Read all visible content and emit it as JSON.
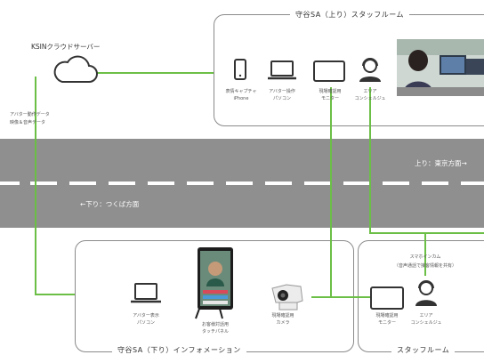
{
  "upper_room": {
    "title": "守谷SA（上り）スタッフルーム"
  },
  "cloud": {
    "label": "KSINクラウドサーバー"
  },
  "cloud_data_label": {
    "line1": "アバター動作データ",
    "line2": "映像＆音声データ"
  },
  "devices_upper": [
    {
      "icon": "smartphone-icon",
      "line1": "表情キャプチャ",
      "line2": "iPhone"
    },
    {
      "icon": "laptop-icon",
      "line1": "アバター操作",
      "line2": "パソコン"
    },
    {
      "icon": "monitor-icon",
      "line1": "現場確認用",
      "line2": "モニター"
    },
    {
      "icon": "headset-operator-icon",
      "line1": "エリア",
      "line2": "コンシェルジュ"
    }
  ],
  "road": {
    "upbound": "上り：東京方面→",
    "downbound": "←下り：つくば方面"
  },
  "lower_info": {
    "title": "守谷SA（下り）インフォメーション",
    "devices": [
      {
        "icon": "laptop-icon",
        "line1": "アバター表示",
        "line2": "パソコン"
      },
      {
        "icon": "touch-panel-icon",
        "line1": "お客様対話用",
        "line2": "タッチパネル"
      },
      {
        "icon": "camera-icon",
        "line1": "現場確認用",
        "line2": "カメラ"
      }
    ]
  },
  "staff_room": {
    "title": "スタッフルーム",
    "intercom_line1": "スマホインカム",
    "intercom_line2": "（音声通話で接客情報を共有）",
    "devices": [
      {
        "icon": "monitor-icon",
        "line1": "現場確認用",
        "line2": "モニター"
      },
      {
        "icon": "headset-operator-icon",
        "line1": "エリア",
        "line2": "コンシェルジュ"
      }
    ]
  },
  "colors": {
    "connector": "#6cbf46",
    "road": "#8f8f8f",
    "border": "#8a8a8a",
    "icon": "#333333"
  }
}
